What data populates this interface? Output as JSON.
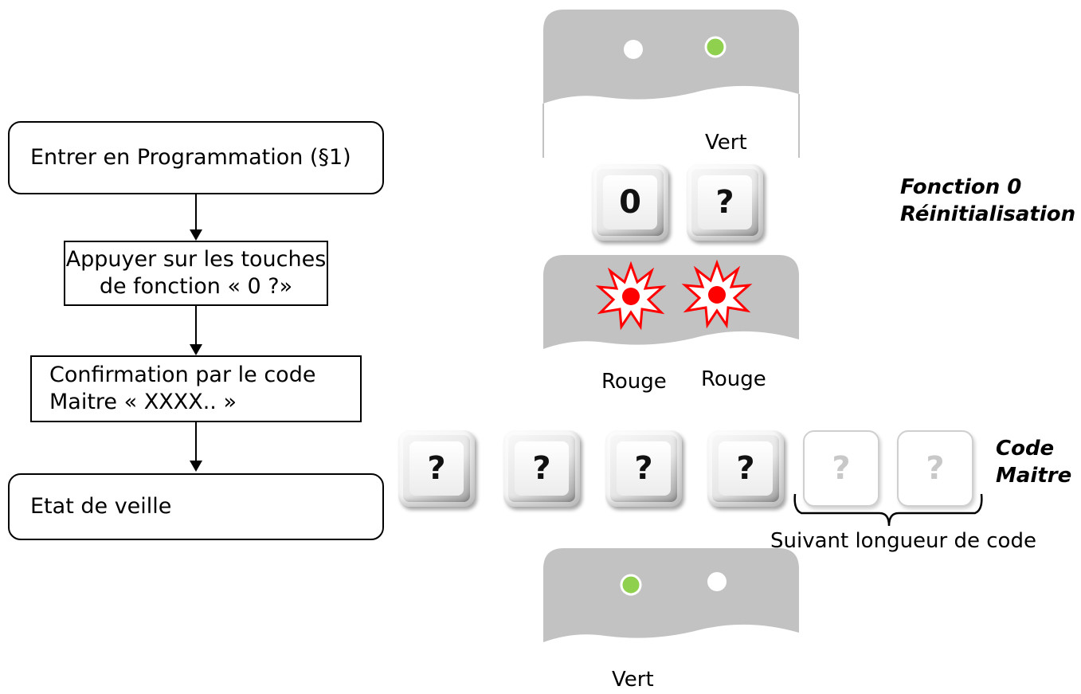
{
  "flowchart": {
    "step1": "Entrer en Programmation (§1)",
    "step2_line1": "Appuyer sur les touches",
    "step2_line2": "de fonction « 0 ?»",
    "step3_line1": "Confirmation par le code",
    "step3_line2": "Maitre « XXXX.. »",
    "step4": "Etat de veille"
  },
  "panels": {
    "top_label": "Vert",
    "middle_label_left": "Rouge",
    "middle_label_right": "Rouge",
    "bottom_label": "Vert"
  },
  "function_keys": [
    "0",
    "?"
  ],
  "code_keys": [
    "?",
    "?",
    "?",
    "?",
    "?",
    "?"
  ],
  "side_labels": {
    "function_line1": "Fonction 0",
    "function_line2": "Réinitialisation",
    "code_line1": "Code",
    "code_line2": "Maitre"
  },
  "code_length_note": "Suivant longueur de code",
  "colors": {
    "panel_gray": "#c2c2c2",
    "led_green": "#8fd14f",
    "led_off": "#ffffff",
    "led_red": "#ff0000"
  }
}
